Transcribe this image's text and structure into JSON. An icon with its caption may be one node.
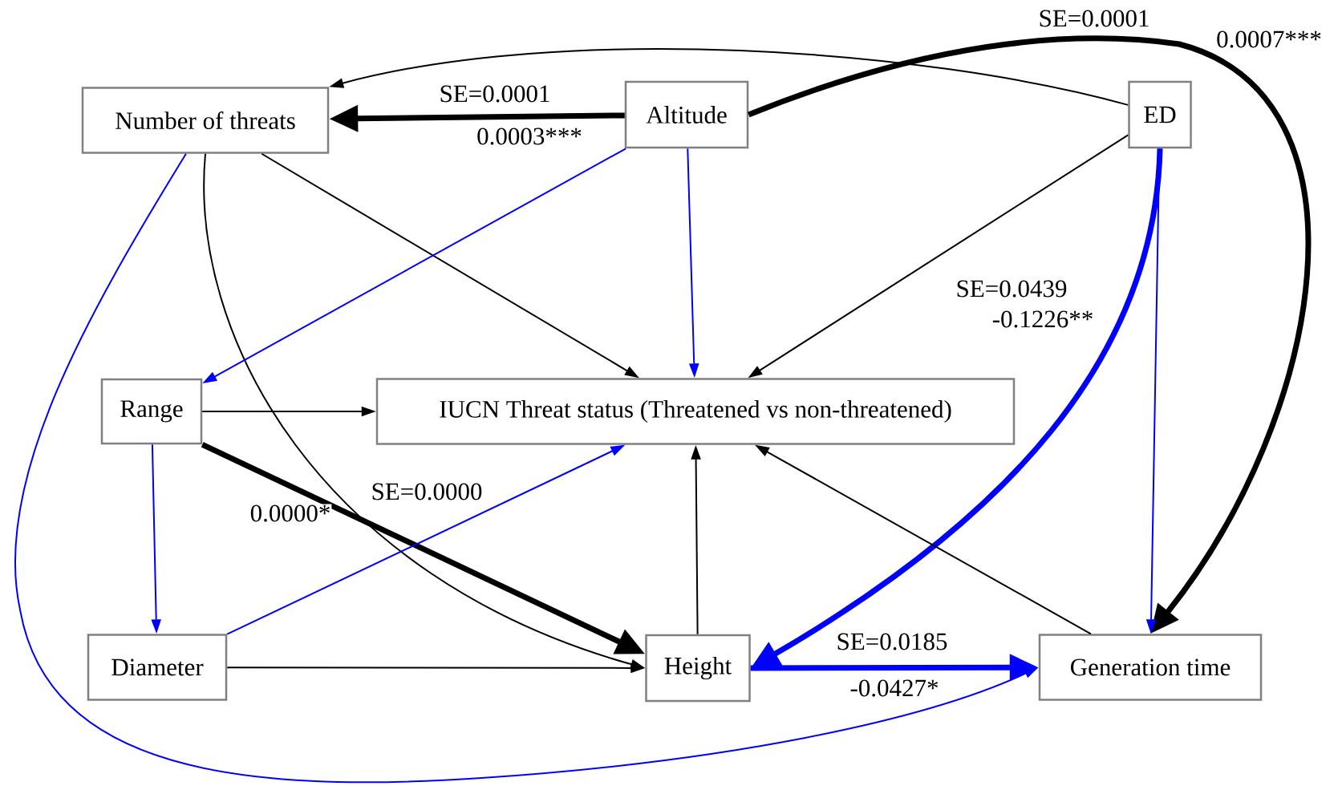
{
  "diagram": {
    "nodes": [
      {
        "text": [
          "Number of threats"
        ]
      },
      {
        "text": [
          "Altitude"
        ]
      },
      {
        "text": [
          "ED"
        ]
      },
      {
        "text": [
          "Range"
        ]
      },
      {
        "text": [
          "IUCN Threat status (Threatened vs non-threatened)"
        ]
      },
      {
        "text": [
          "Diameter"
        ]
      },
      {
        "text": [
          "Height"
        ]
      },
      {
        "text": [
          "Generation time"
        ]
      }
    ],
    "edges": [
      {
        "from": 1,
        "to": 0,
        "arrow": "to",
        "style": "thick",
        "label": "SE=0.0001"
      },
      {
        "from": 2,
        "to": 0,
        "arrow": "to"
      },
      {
        "from": 1,
        "to": 7,
        "arrow": "to",
        "style": "thick",
        "label": "SE=0.0001"
      },
      {
        "from": 0,
        "to": 4,
        "arrow": "to"
      },
      {
        "from": 0,
        "to": 6,
        "arrow": "to"
      },
      {
        "from": 0,
        "to": 7,
        "arrow": "to",
        "color": "#0000ff"
      },
      {
        "from": 1,
        "to": 3,
        "arrow": "to",
        "color": "#0000ff"
      },
      {
        "from": 1,
        "to": 4,
        "arrow": "to",
        "color": "#0000ff"
      },
      {
        "from": 2,
        "to": 4,
        "arrow": "to"
      },
      {
        "from": 2,
        "to": 6,
        "arrow": "to",
        "style": "thick",
        "color": "#0000ff",
        "label": "SE=0.0439"
      },
      {
        "from": 2,
        "to": 7,
        "arrow": "to",
        "color": "#0000ff"
      },
      {
        "from": 3,
        "to": 4,
        "arrow": "to"
      },
      {
        "from": 3,
        "to": 5,
        "arrow": "to",
        "color": "#0000ff"
      },
      {
        "from": 3,
        "to": 6,
        "arrow": "to",
        "style": "thick",
        "label": "SE=0.0000"
      },
      {
        "from": 5,
        "to": 4,
        "arrow": "to",
        "color": "#0000ff"
      },
      {
        "from": 5,
        "to": 6,
        "arrow": "to"
      },
      {
        "from": 6,
        "to": 4,
        "arrow": "to"
      },
      {
        "from": 6,
        "to": 7,
        "arrow": "to",
        "style": "thick",
        "color": "#0000ff",
        "label": "SE=0.0185"
      },
      {
        "from": 7,
        "to": 4,
        "arrow": "to"
      }
    ],
    "labels": [
      "0.0007***",
      "0.0003***",
      "-0.1226**",
      "0.0000*",
      "-0.0427*"
    ]
  }
}
